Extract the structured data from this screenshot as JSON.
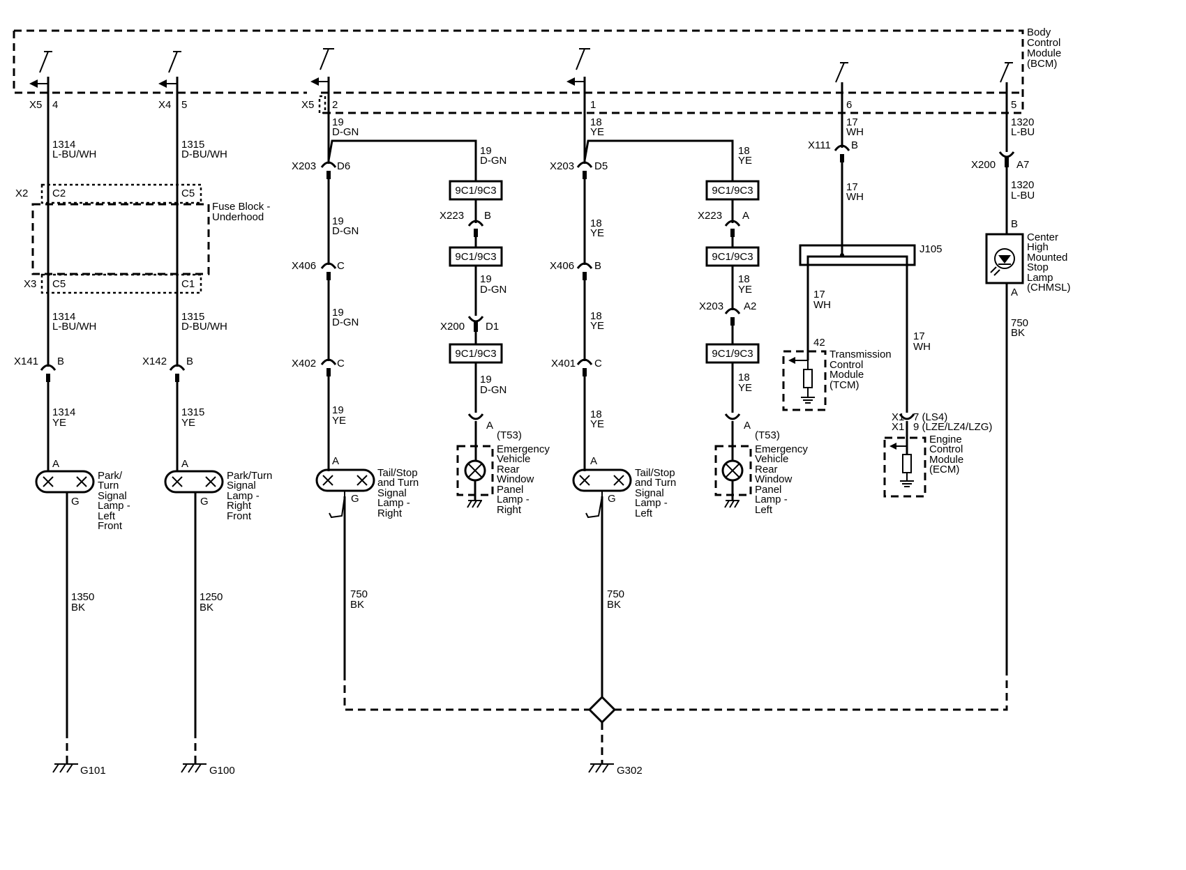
{
  "bcm": {
    "label_lines": [
      "Body",
      "Control",
      "Module",
      "(BCM)"
    ]
  },
  "fuse_block": {
    "label_lines": [
      "Fuse Block -",
      "Underhood"
    ],
    "x2": "X2",
    "x3": "X3"
  },
  "columns": {
    "c1": {
      "conn_top": "X5",
      "pin_top": "4",
      "wire1": [
        "1314",
        "L-BU/WH"
      ],
      "fb_in": "C2",
      "fb_out": "C5",
      "wire2": [
        "1314",
        "L-BU/WH"
      ],
      "conn2": "X141",
      "pin2": "B",
      "wire3": [
        "1314",
        "YE"
      ],
      "lamp_a": "A",
      "lamp_g": "G",
      "lamp_label": [
        "Park/",
        "Turn",
        "Signal",
        "Lamp -",
        "Left",
        "Front"
      ],
      "wire4": [
        "1350",
        "BK"
      ],
      "ground": "G101"
    },
    "c2": {
      "conn_top": "X4",
      "pin_top": "5",
      "wire1": [
        "1315",
        "D-BU/WH"
      ],
      "fb_in": "C5",
      "fb_out": "C1",
      "wire2": [
        "1315",
        "D-BU/WH"
      ],
      "conn2": "X142",
      "pin2": "B",
      "wire3": [
        "1315",
        "YE"
      ],
      "lamp_a": "A",
      "lamp_g": "G",
      "lamp_label": [
        "Park/Turn",
        "Signal",
        "Lamp -",
        "Right",
        "Front"
      ],
      "wire4": [
        "1250",
        "BK"
      ],
      "ground": "G100"
    },
    "c3": {
      "conn_top": "X5",
      "pin_top": "2",
      "wire1": [
        "19",
        "D-GN"
      ],
      "conn_a": "X203",
      "pin_a": "D6",
      "wire2": [
        "19",
        "D-GN"
      ],
      "conn_b": "X406",
      "pin_b": "C",
      "wire3": [
        "19",
        "D-GN"
      ],
      "conn_c": "X402",
      "pin_c": "C",
      "wire4": [
        "19",
        "YE"
      ],
      "lamp_a": "A",
      "lamp_g": "G",
      "lamp_label": [
        "Tail/Stop",
        "and Turn",
        "Signal",
        "Lamp -",
        "Right"
      ],
      "wire5": [
        "750",
        "BK"
      ]
    },
    "c4": {
      "wire1": [
        "19",
        "D-GN"
      ],
      "box1": "9C1/9C3",
      "conn_a": "X223",
      "pin_a": "B",
      "box2": "9C1/9C3",
      "wire2": [
        "19",
        "D-GN"
      ],
      "conn_b": "X200",
      "pin_b": "D1",
      "box3": "9C1/9C3",
      "wire3": [
        "19",
        "D-GN"
      ],
      "pin_lamp": "A",
      "option": "(T53)",
      "lamp_label": [
        "Emergency",
        "Vehicle",
        "Rear",
        "Window",
        "Panel",
        "Lamp -",
        "Right"
      ]
    },
    "c5": {
      "pin_top": "1",
      "wire1": [
        "18",
        "YE"
      ],
      "conn_a": "X203",
      "pin_a": "D5",
      "wire2": [
        "18",
        "YE"
      ],
      "conn_b": "X406",
      "pin_b": "B",
      "wire3": [
        "18",
        "YE"
      ],
      "conn_c": "X401",
      "pin_c": "C",
      "wire4": [
        "18",
        "YE"
      ],
      "lamp_a": "A",
      "lamp_g": "G",
      "lamp_label": [
        "Tail/Stop",
        "and Turn",
        "Signal",
        "Lamp -",
        "Left"
      ],
      "wire5": [
        "750",
        "BK"
      ],
      "ground": "G302"
    },
    "c6": {
      "wire1": [
        "18",
        "YE"
      ],
      "box1": "9C1/9C3",
      "conn_a": "X223",
      "pin_a": "A",
      "box2": "9C1/9C3",
      "wire2": [
        "18",
        "YE"
      ],
      "conn_b": "X203",
      "pin_b": "A2",
      "box3": "9C1/9C3",
      "wire3": [
        "18",
        "YE"
      ],
      "pin_lamp": "A",
      "option": "(T53)",
      "lamp_label": [
        "Emergency",
        "Vehicle",
        "Rear",
        "Window",
        "Panel",
        "Lamp -",
        "Left"
      ]
    },
    "c7": {
      "pin_top": "6",
      "wire1": [
        "17",
        "WH"
      ],
      "conn_a": "X111",
      "pin_a": "B",
      "wire2": [
        "17",
        "WH"
      ],
      "splice": "J105",
      "wire_tcm": [
        "17",
        "WH"
      ],
      "tcm_pin": "42",
      "tcm_label": [
        "Transmission",
        "Control",
        "Module",
        "(TCM)"
      ],
      "wire_ecm": [
        "17",
        "WH"
      ],
      "ecm_conn1": "X1",
      "ecm_pin1": "7 (LS4)",
      "ecm_conn2": "X1",
      "ecm_pin2": "9 (LZE/LZ4/LZG)",
      "ecm_label": [
        "Engine",
        "Control",
        "Module",
        "(ECM)"
      ]
    },
    "c8": {
      "pin_top": "5",
      "wire1": [
        "1320",
        "L-BU"
      ],
      "conn_a": "X200",
      "pin_a": "A7",
      "wire2": [
        "1320",
        "L-BU"
      ],
      "pin_b": "B",
      "lamp_label": [
        "Center",
        "High",
        "Mounted",
        "Stop",
        "Lamp",
        "(CHMSL)"
      ],
      "pin_c": "A",
      "wire3": [
        "750",
        "BK"
      ]
    }
  }
}
